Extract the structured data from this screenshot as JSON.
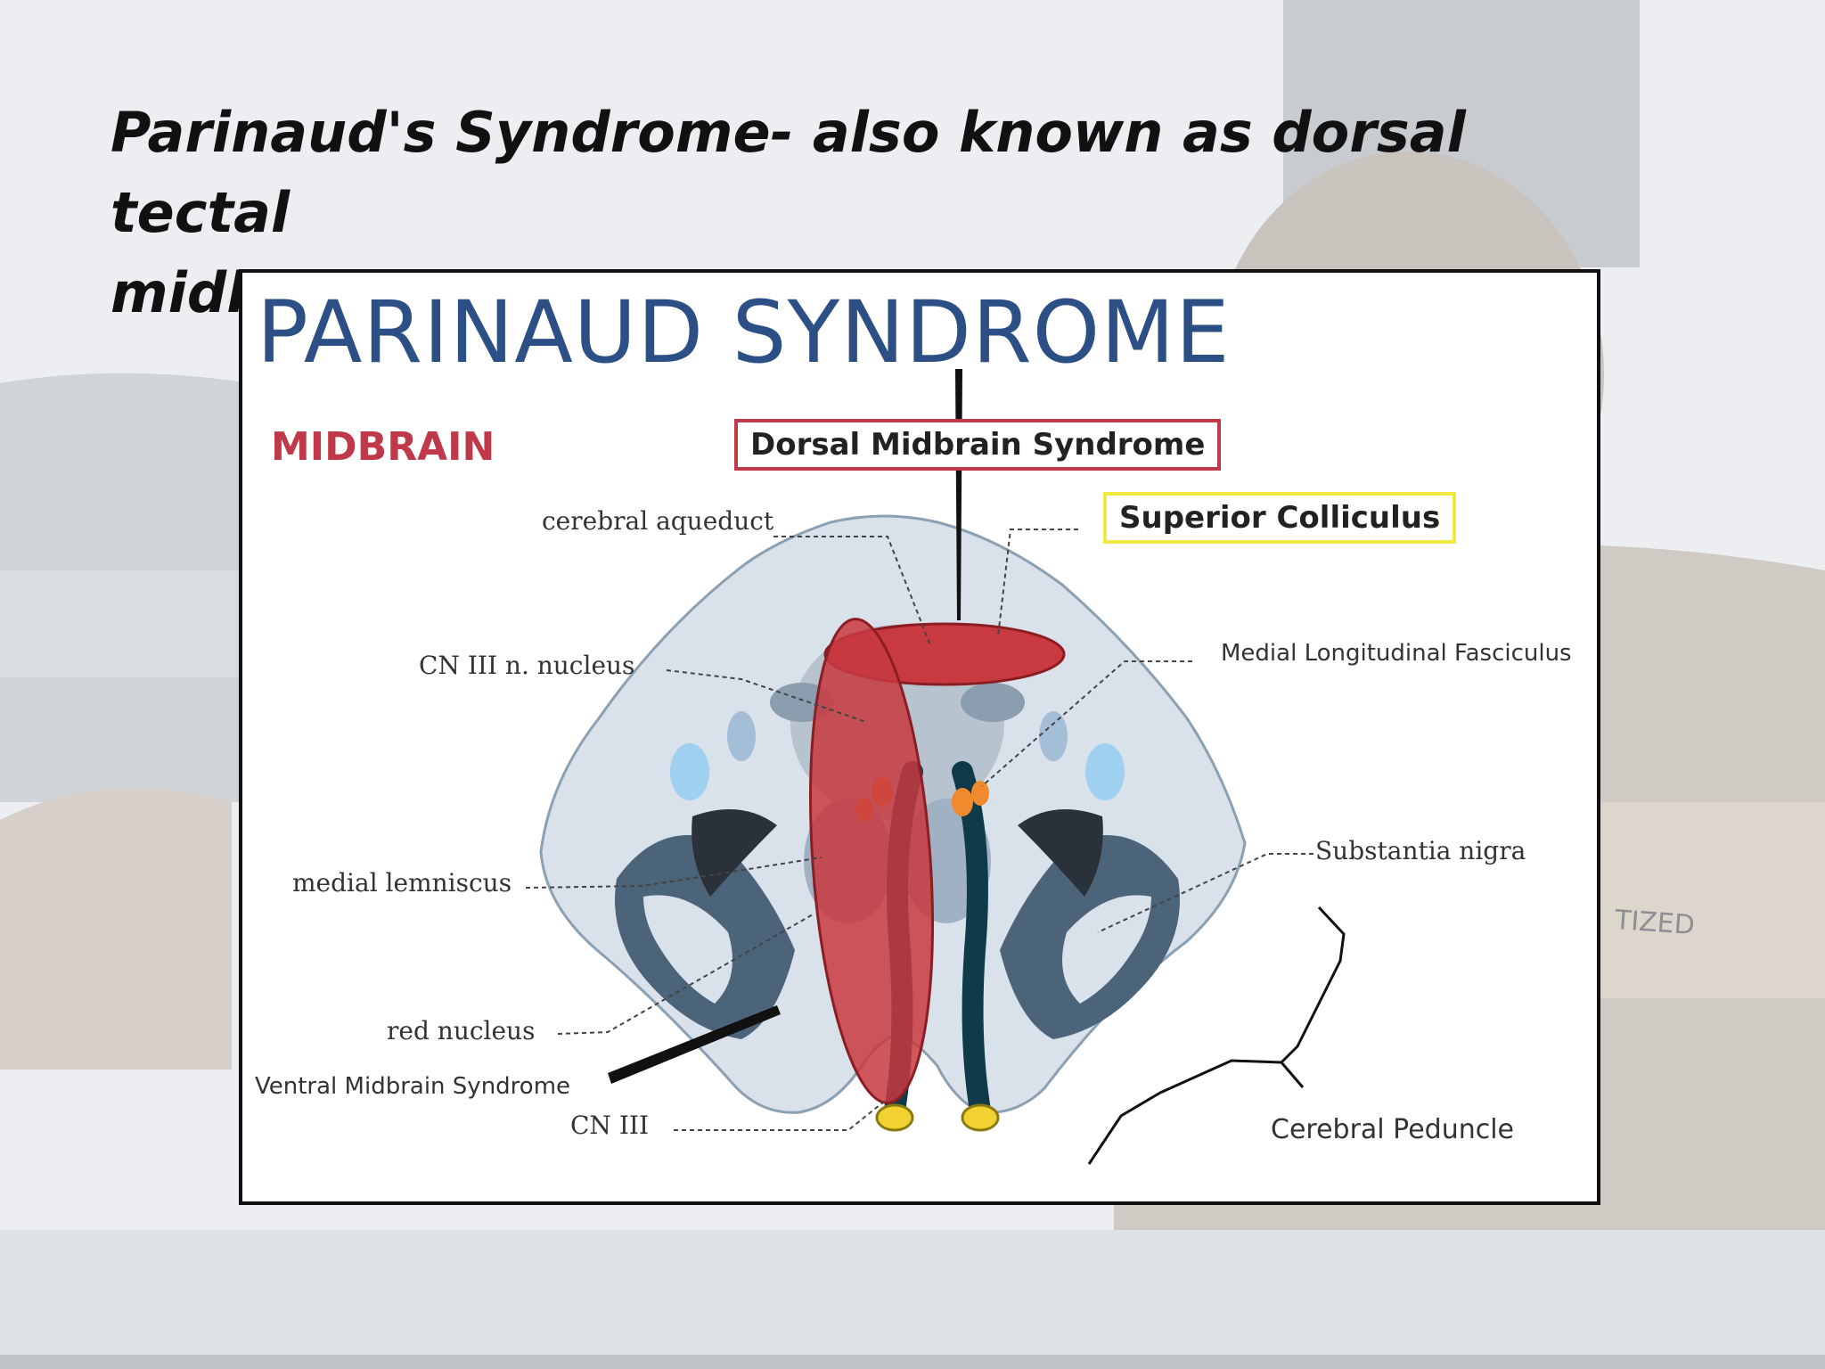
{
  "slide": {
    "title_line1": "Parinaud's Syndrome- also known as dorsal tectal",
    "title_line2": "midbrain syndrome",
    "background_text": "TIZED"
  },
  "figure": {
    "title": "PARINAUD SYNDROME",
    "region": "MIDBRAIN",
    "boxed_labels": {
      "dorsal": "Dorsal Midbrain Syndrome",
      "superior": "Superior Colliculus"
    },
    "labels": {
      "cerebral_aqueduct": "cerebral aqueduct",
      "cn3_nucleus": "CN III n. nucleus",
      "mlf": "Medial Longitudinal Fasciculus",
      "medial_lemniscus": "medial lemniscus",
      "substantia_nigra": "Substantia nigra",
      "red_nucleus": "red nucleus",
      "ventral": "Ventral Midbrain Syndrome",
      "cn3": "CN III",
      "cerebral_peduncle": "Cerebral Peduncle"
    }
  },
  "colors": {
    "title_blue": "#2c4f86",
    "midbrain_red": "#c0394b",
    "highlight_red": "#c83a3f",
    "highlight_yellow": "#f0ea40",
    "tissue_dark": "#4c6479",
    "nerve_teal": "#0f3a4a",
    "nucleus_orange": "#f08a2c"
  }
}
